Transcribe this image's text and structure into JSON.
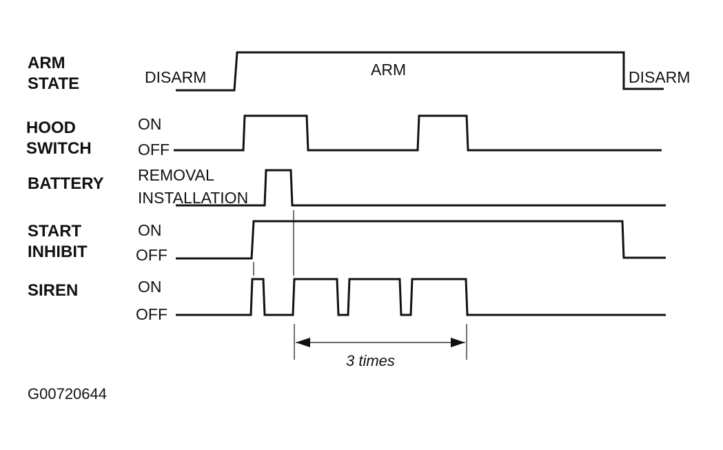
{
  "signals": {
    "arm_state": {
      "label_line1": "ARM",
      "label_line2": "STATE",
      "low": "DISARM",
      "high": "ARM",
      "low_end": "DISARM"
    },
    "hood_switch": {
      "label_line1": "HOOD",
      "label_line2": "SWITCH",
      "on": "ON",
      "off": "OFF"
    },
    "battery": {
      "label": "BATTERY",
      "high": "REMOVAL",
      "low": "INSTALLATION"
    },
    "start_inhibit": {
      "label_line1": "START",
      "label_line2": "INHIBIT",
      "on": "ON",
      "off": "OFF"
    },
    "siren": {
      "label": "SIREN",
      "on": "ON",
      "off": "OFF"
    }
  },
  "annotation": {
    "repeat_text": "3 times"
  },
  "figure_code": "G00720644"
}
